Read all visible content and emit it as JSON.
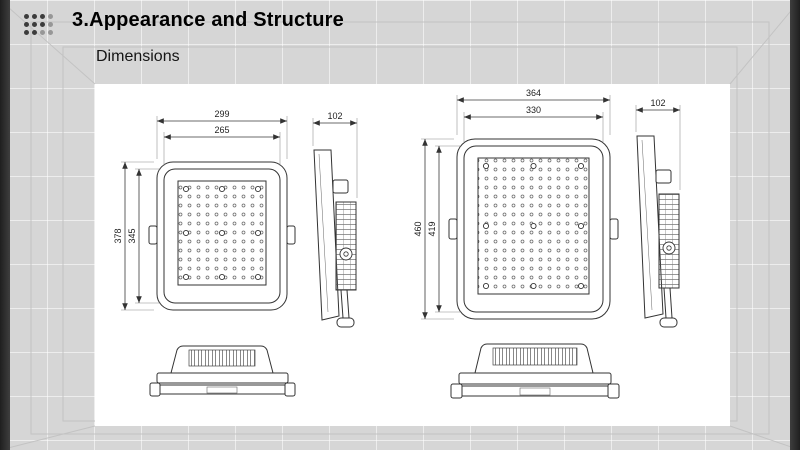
{
  "slide": {
    "title": "3.Appearance and Structure",
    "subtitle": "Dimensions"
  },
  "figures": {
    "small_unit": {
      "front": {
        "outer_width": "299",
        "inner_width": "265",
        "outer_height": "378",
        "inner_height": "345"
      },
      "side": {
        "depth": "102"
      }
    },
    "large_unit": {
      "front": {
        "outer_width": "364",
        "inner_width": "330",
        "outer_height": "460",
        "inner_height": "419"
      },
      "side": {
        "depth": "102"
      }
    }
  }
}
